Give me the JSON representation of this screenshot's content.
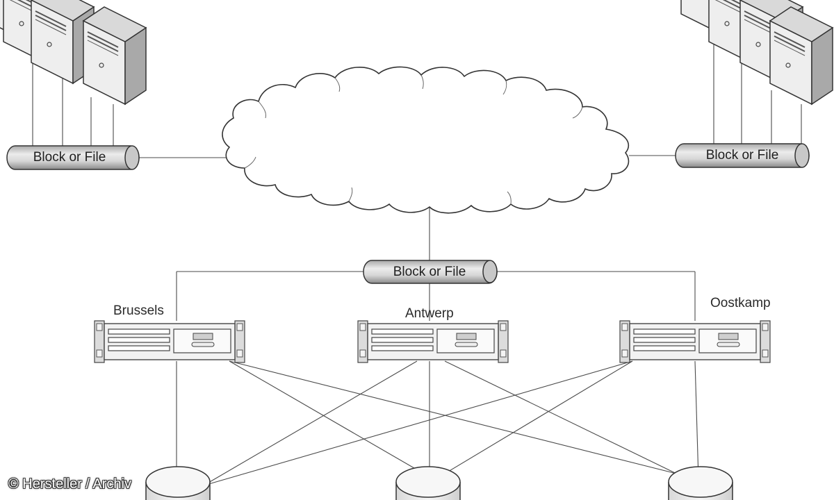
{
  "pipes": {
    "left": "Block or File",
    "right": "Block or File",
    "center": "Block or File"
  },
  "sites": {
    "brussels": "Brussels",
    "antwerp": "Antwerp",
    "oostkamp": "Oostkamp"
  },
  "credit": "© Hersteller / Archiv",
  "colors": {
    "line": "#4a4a4a",
    "pipe_fill": "#d0d0d0",
    "device_fill": "#f0f0f0",
    "outline": "#333333"
  }
}
